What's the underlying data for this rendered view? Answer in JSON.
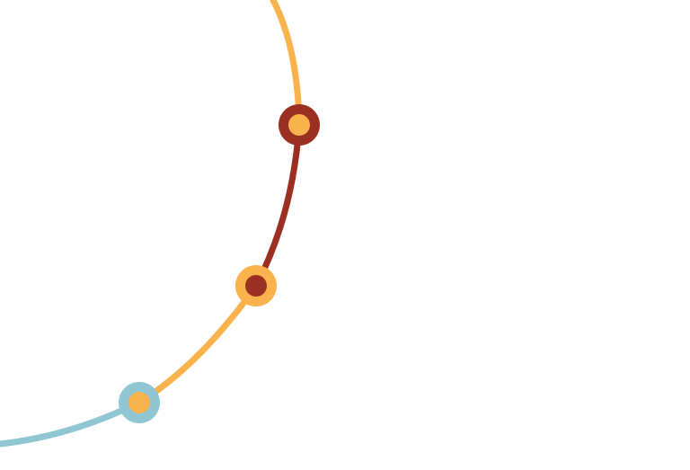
{
  "palette": {
    "background": "#ffffff",
    "orange": "#f9b24c",
    "rust": "#9a2f22",
    "teal": "#8fc6d1"
  },
  "segments": [
    {
      "id": "teal-tail",
      "color": "teal"
    },
    {
      "id": "orange-lower",
      "color": "orange"
    },
    {
      "id": "rust-middle",
      "color": "rust"
    },
    {
      "id": "orange-upper",
      "color": "orange"
    }
  ],
  "nodes": [
    {
      "id": "node-1",
      "ring_color": "teal",
      "dot_color": "orange"
    },
    {
      "id": "node-2",
      "ring_color": "orange",
      "dot_color": "rust"
    },
    {
      "id": "node-3",
      "ring_color": "rust",
      "dot_color": "orange"
    }
  ]
}
